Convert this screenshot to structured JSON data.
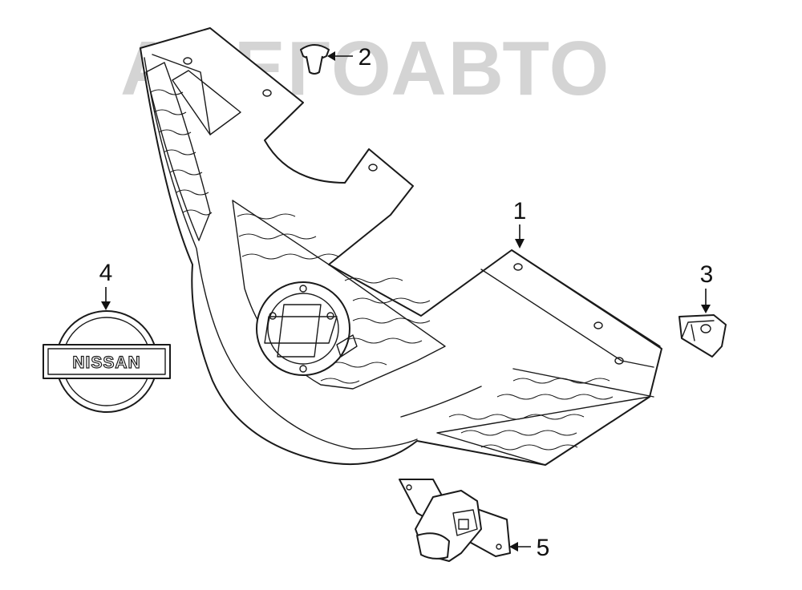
{
  "watermark": {
    "text": "АЛЕГОАВТО",
    "color": "#d4d4d4"
  },
  "colors": {
    "line": "#1a1a1a",
    "background": "#ffffff"
  },
  "badge": {
    "text": "NISSAN"
  },
  "callouts": [
    {
      "id": "grille",
      "label": "1"
    },
    {
      "id": "clip",
      "label": "2"
    },
    {
      "id": "bracket",
      "label": "3"
    },
    {
      "id": "emblem",
      "label": "4"
    },
    {
      "id": "camera",
      "label": "5"
    }
  ]
}
